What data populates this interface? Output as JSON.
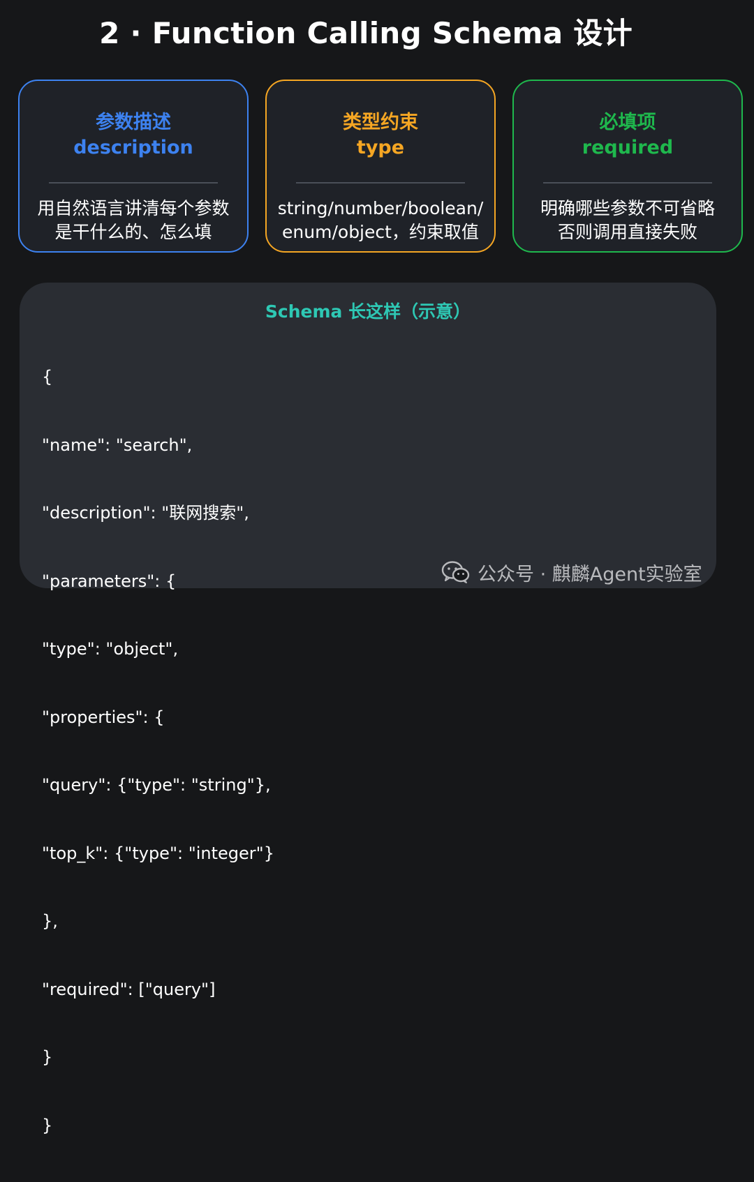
{
  "title": "2 · Function Calling Schema 设计",
  "cards": [
    {
      "heading_cn": "参数描述",
      "heading_en": "description",
      "desc_line1": "用自然语言讲清每个参数",
      "desc_line2": "是干什么的、怎么填",
      "accent": "#3d82f0"
    },
    {
      "heading_cn": "类型约束",
      "heading_en": "type",
      "desc_line1": "string/number/boolean/",
      "desc_line2": "enum/object，约束取值",
      "accent": "#f5a623"
    },
    {
      "heading_cn": "必填项",
      "heading_en": "required",
      "desc_line1": "明确哪些参数不可省略",
      "desc_line2": "否则调用直接失败",
      "accent": "#1fb84d"
    }
  ],
  "schema": {
    "title": "Schema 长这样（示意）",
    "lines": [
      "{",
      "\"name\": \"search\",",
      "\"description\": \"联网搜索\",",
      "\"parameters\": {",
      "\"type\": \"object\",",
      "\"properties\": {",
      "\"query\": {\"type\": \"string\"},",
      "\"top_k\": {\"type\": \"integer\"}",
      "},",
      "\"required\": [\"query\"]",
      "}",
      "}"
    ]
  },
  "watermark": {
    "text": "公众号 · 麒麟Agent实验室",
    "icon": "wechat-icon"
  },
  "colors": {
    "background": "#161719",
    "card_bg": "#1f2228",
    "schema_bg": "#2a2d33",
    "schema_title": "#2ec8b4"
  }
}
